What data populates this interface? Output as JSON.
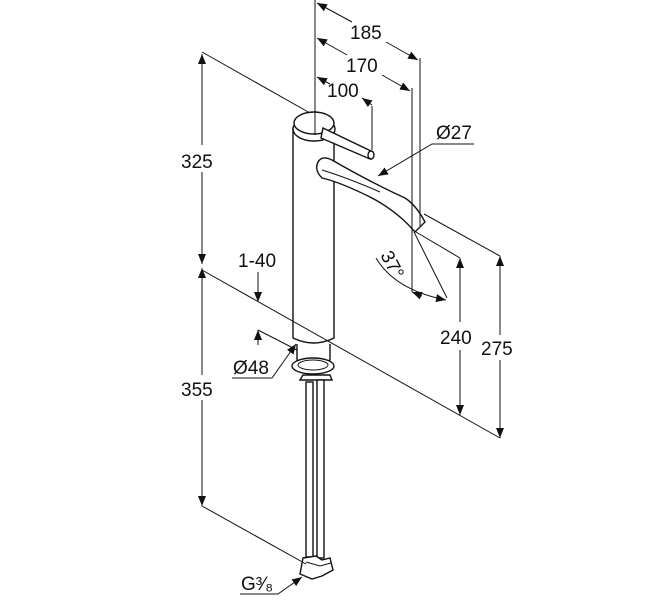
{
  "drawing": {
    "subject": "faucet",
    "dimensions": {
      "d185": "185",
      "d170": "170",
      "d100": "100",
      "d27": "Ø27",
      "d325": "325",
      "d355": "355",
      "d140": "1-40",
      "d48": "Ø48",
      "d37": "37°",
      "d240": "240",
      "d275": "275",
      "dg": "G³⁄₈"
    }
  }
}
